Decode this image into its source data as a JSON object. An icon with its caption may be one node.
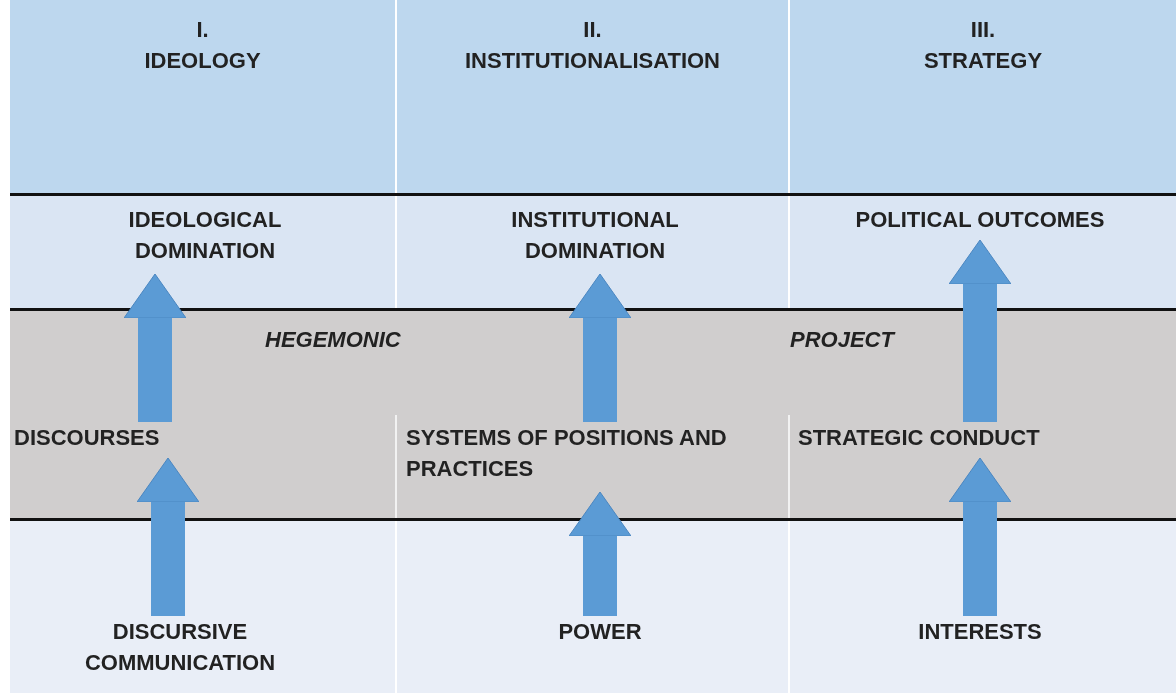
{
  "diagram": {
    "nodes": [
      {
        "text": [
          "I. IDEOLOGY"
        ]
      },
      {
        "text": [
          "II. INSTITUTIONALISATION"
        ]
      },
      {
        "text": [
          "III. STRATEGY"
        ]
      },
      {
        "text": [
          "IDEOLOGICAL DOMINATION"
        ]
      },
      {
        "text": [
          "INSTITUTIONAL DOMINATION"
        ]
      },
      {
        "text": [
          "POLITICAL OUTCOMES"
        ]
      },
      {
        "text": [
          "HEGEMONIC",
          "PROJECT"
        ]
      },
      {
        "text": [
          "DISCOURSES"
        ],
        "in": 6
      },
      {
        "text": [
          "SYSTEMS OF POSITIONS AND PRACTICES"
        ],
        "in": 6
      },
      {
        "text": [
          "STRATEGIC CONDUCT"
        ],
        "in": 6
      },
      {
        "text": [
          "DISCURSIVE COMMUNICATION"
        ]
      },
      {
        "text": [
          "POWER"
        ]
      },
      {
        "text": [
          "INTERESTS"
        ]
      }
    ],
    "edges": [
      {
        "from": 10,
        "to": 7,
        "arrow": "to"
      },
      {
        "from": 11,
        "to": 8,
        "arrow": "to"
      },
      {
        "from": 12,
        "to": 9,
        "arrow": "to"
      },
      {
        "from": 7,
        "to": 3,
        "arrow": "to"
      },
      {
        "from": 8,
        "to": 4,
        "arrow": "to"
      },
      {
        "from": 9,
        "to": 5,
        "arrow": "to"
      }
    ]
  }
}
